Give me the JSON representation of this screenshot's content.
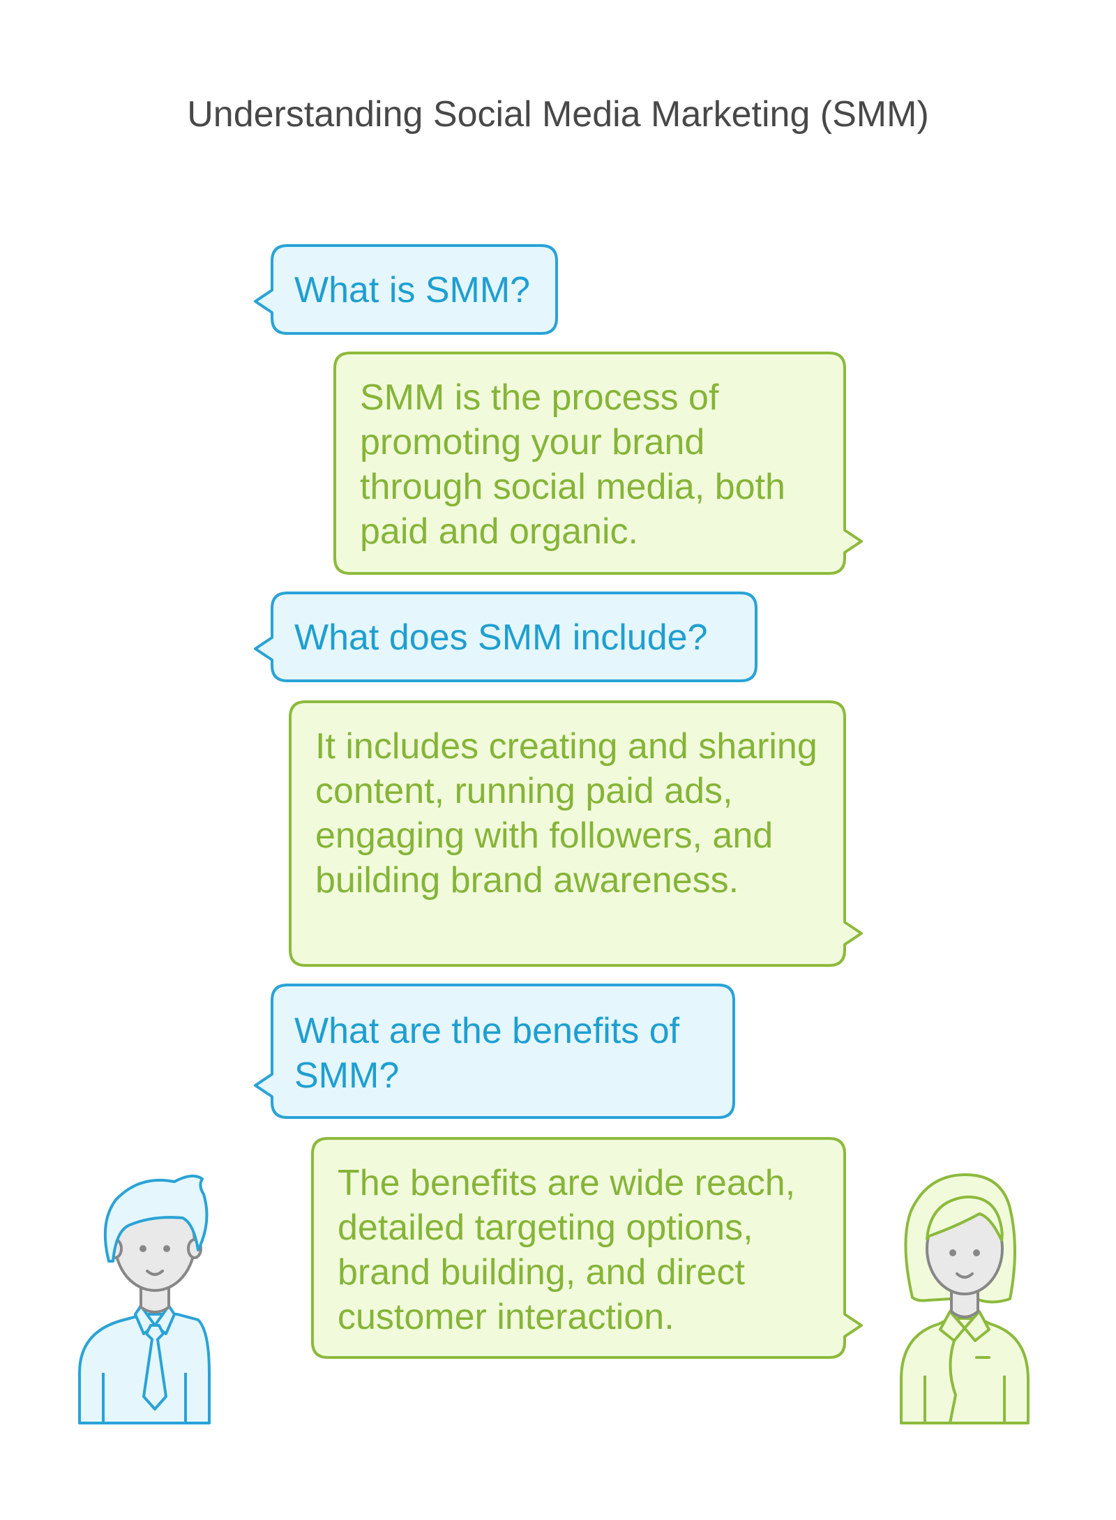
{
  "title": "Understanding Social Media Marketing (SMM)",
  "colors": {
    "question_stroke": "#29a3d6",
    "question_fill": "#e5f6fd",
    "question_text": "#1e9fd0",
    "answer_stroke": "#8cba3c",
    "answer_fill": "#f1fbdc",
    "answer_text": "#86b438",
    "title_text": "#484848",
    "face_stroke": "#878787",
    "face_fill": "#e9e9e9"
  },
  "conversation": [
    {
      "role": "question",
      "speaker": "man",
      "text": "What is SMM?"
    },
    {
      "role": "answer",
      "speaker": "woman",
      "text": "SMM is the process of promoting your brand through social media, both paid and organic."
    },
    {
      "role": "question",
      "speaker": "man",
      "text": "What does SMM include?"
    },
    {
      "role": "answer",
      "speaker": "woman",
      "text": "It includes creating and sharing content, running paid ads, engaging with followers, and building brand awareness."
    },
    {
      "role": "question",
      "speaker": "man",
      "text": "What are the benefits of SMM?"
    },
    {
      "role": "answer",
      "speaker": "woman",
      "text": "The benefits are wide reach, detailed targeting options, brand building, and direct customer interaction."
    }
  ],
  "icons": {
    "man": "man-with-tie-icon",
    "woman": "woman-icon"
  }
}
